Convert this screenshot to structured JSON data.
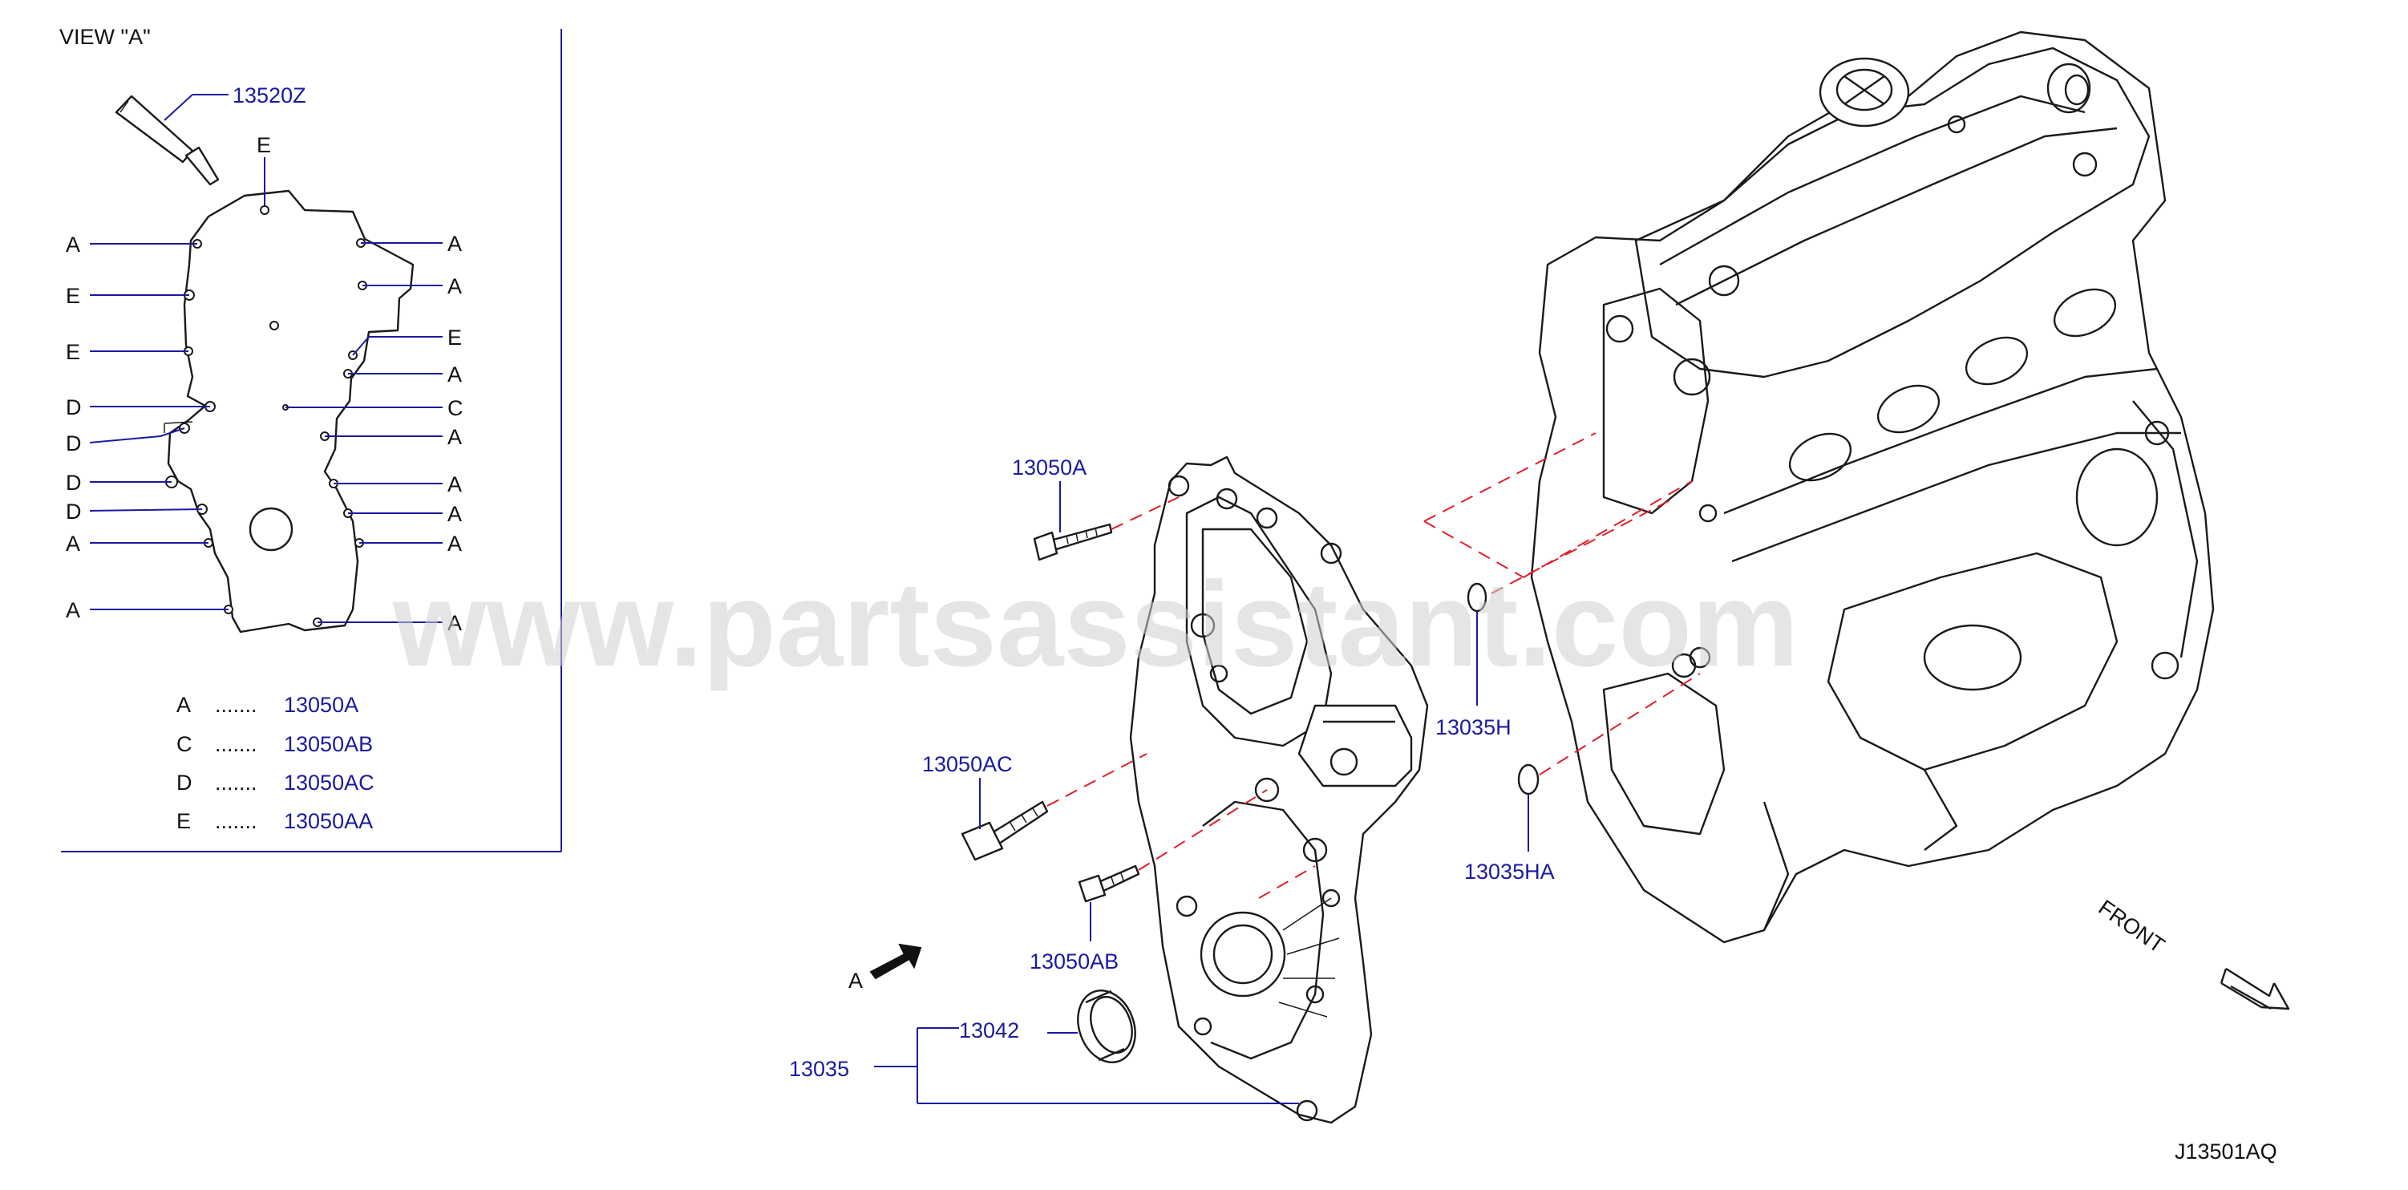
{
  "view_panel": {
    "title": "VIEW  \"A\"",
    "sealant_part": "13520Z",
    "callouts": {
      "top": "E",
      "left": [
        "A",
        "E",
        "E",
        "D",
        "D",
        "D",
        "D",
        "A",
        "A"
      ],
      "center": "C",
      "right": [
        "A",
        "A",
        "E",
        "A",
        "A",
        "A",
        "A",
        "A",
        "A"
      ]
    },
    "legend": [
      {
        "key": "A",
        "dots": ".......",
        "part": "13050A"
      },
      {
        "key": "C",
        "dots": ".......",
        "part": "13050AB"
      },
      {
        "key": "D",
        "dots": ".......",
        "part": "13050AC"
      },
      {
        "key": "E",
        "dots": ".......",
        "part": "13050AA"
      }
    ]
  },
  "parts": {
    "bolt_a": "13050A",
    "bolt_ac": "13050AC",
    "bolt_ab": "13050AB",
    "oring_h": "13035H",
    "oring_ha": "13035HA",
    "seal": "13042",
    "cover_assy": "13035"
  },
  "view_arrow_label": "A",
  "front_label": "FRONT",
  "diagram_code": "J13501AQ",
  "watermark": "www.partsassistant.com",
  "colors": {
    "part_number": "#1a1aa0",
    "leader": "#1a1aa0",
    "dashed": "#e0202a",
    "outline": "#1a1a1a"
  }
}
